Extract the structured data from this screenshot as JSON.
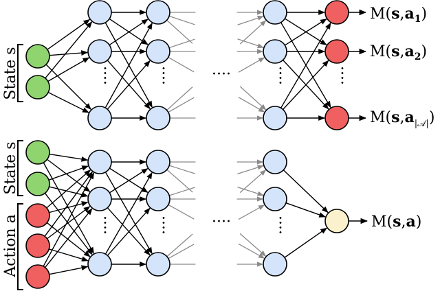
{
  "top_network": {
    "side_label": "State s",
    "outputs": [
      {
        "pre": "M(",
        "bold": "s",
        "mid": ",",
        "bold2": "a",
        "sub": "1",
        "post": ")"
      },
      {
        "pre": "M(",
        "bold": "s",
        "mid": ",",
        "bold2": "a",
        "sub": "2",
        "post": ")"
      },
      {
        "pre": "M(",
        "bold": "s",
        "mid": ",",
        "bold2": "a",
        "sub": "|𝒜|",
        "post": ")"
      }
    ],
    "ellipsis": "····"
  },
  "bottom_network": {
    "side_label_state": "State s",
    "side_label_action": "Action a",
    "output": {
      "pre": "M(",
      "bold": "s",
      "mid": ",",
      "bold2": "a",
      "post": ")"
    },
    "ellipsis": "····"
  },
  "colors": {
    "input_state": "#8fd46f",
    "input_action": "#f06060",
    "hidden": "#d4e4fa",
    "output_top": "#f06060",
    "output_bottom": "#fbf1cc",
    "edge_dark": "#000000",
    "edge_light": "#8a8a8a"
  }
}
